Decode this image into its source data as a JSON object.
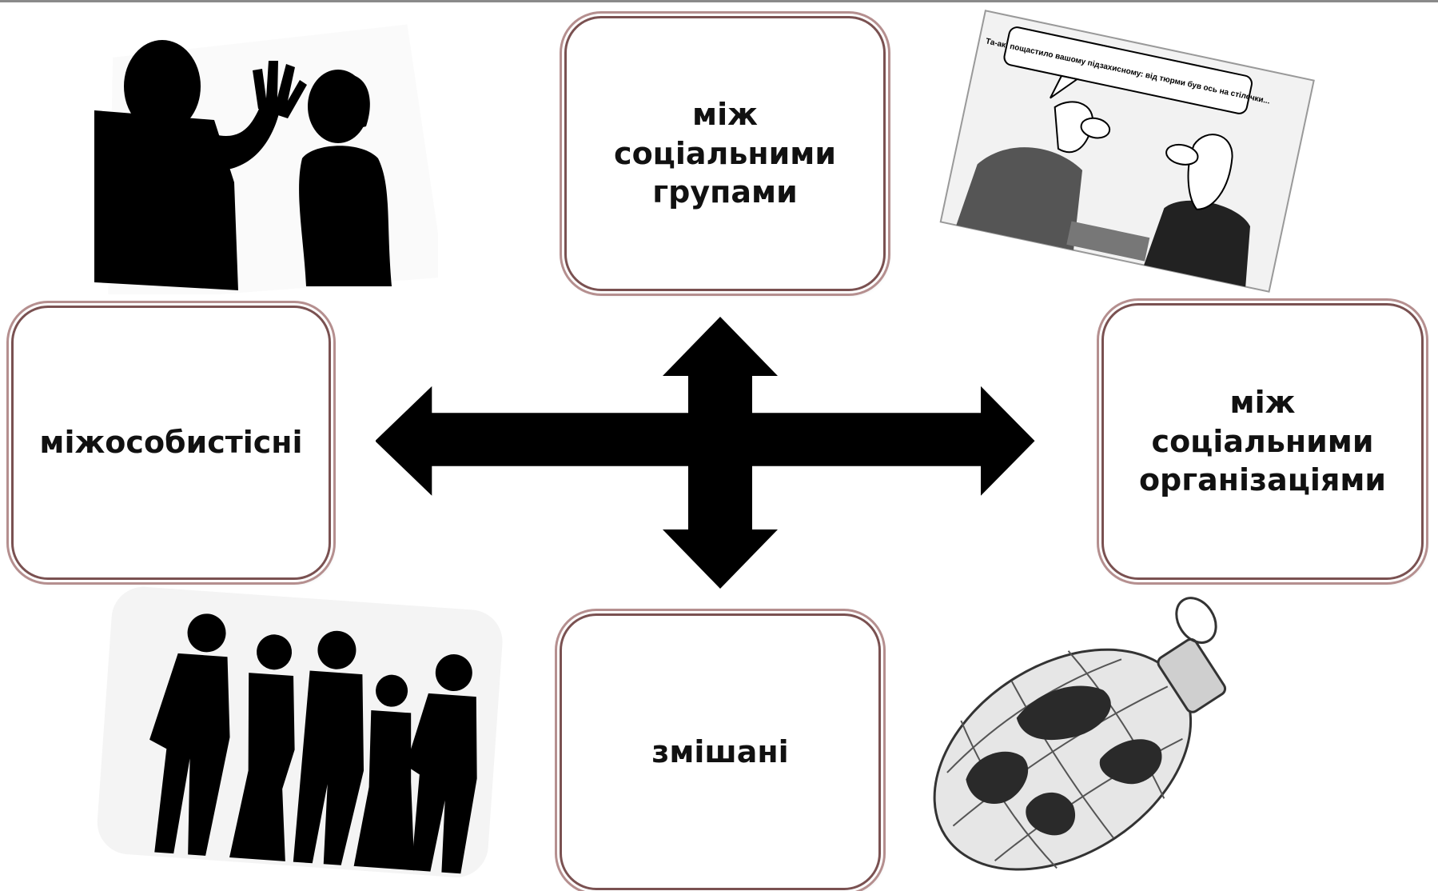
{
  "center_label": "",
  "nodes": {
    "top": "між\nсоціальними\nгрупами",
    "left": "міжособистісні",
    "right": "між\nсоціальними\nорганізаціями",
    "bottom": "змішані"
  },
  "images": {
    "cartoon_caption": "Та-ак, пощастило вашому підзахисному: від тюрми був ось на стілечки..."
  },
  "colors": {
    "box_border": "#7a5151",
    "arrow": "#000000"
  }
}
